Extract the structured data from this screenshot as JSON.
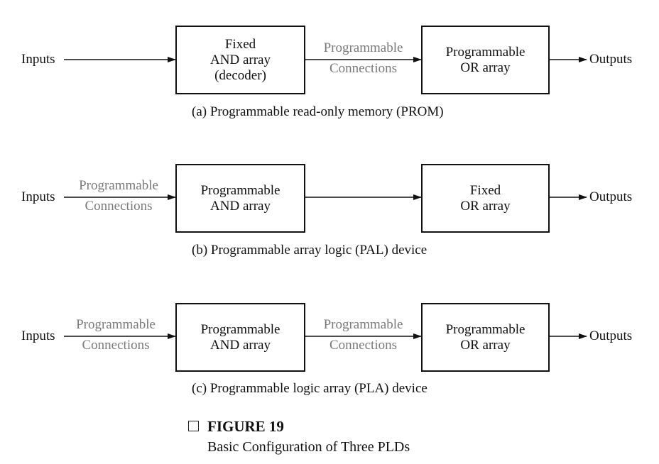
{
  "io": {
    "inputs": "Inputs",
    "outputs": "Outputs"
  },
  "connection": {
    "line1": "Programmable",
    "line2": "Connections"
  },
  "diagrams": [
    {
      "block1": [
        "Fixed",
        "AND array",
        "(decoder)"
      ],
      "block2": [
        "Programmable",
        "OR array"
      ],
      "caption": "(a) Programmable read-only memory (PROM)"
    },
    {
      "block1": [
        "Programmable",
        "AND array"
      ],
      "block2": [
        "Fixed",
        "OR array"
      ],
      "caption": "(b) Programmable array logic (PAL) device"
    },
    {
      "block1": [
        "Programmable",
        "AND array"
      ],
      "block2": [
        "Programmable",
        "OR array"
      ],
      "caption": "(c) Programmable logic array (PLA) device"
    }
  ],
  "figure": {
    "title": "FIGURE 19",
    "subtitle": "Basic Configuration of Three PLDs"
  },
  "colors": {
    "gray_text": "#7a7a7a",
    "line": "#111111"
  }
}
